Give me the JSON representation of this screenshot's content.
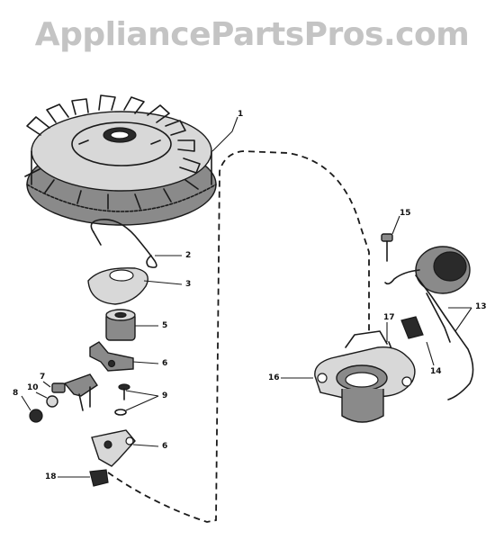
{
  "watermark": "AppliancePartsPros.com",
  "callouts": [
    "1",
    "2",
    "3",
    "5",
    "6",
    "9",
    "6",
    "18",
    "7",
    "10",
    "8",
    "15",
    "13",
    "17",
    "14",
    "16"
  ],
  "colors": {
    "ink": "#1a1a1a",
    "watermark": "#c4c4c4",
    "background": "#ffffff"
  }
}
